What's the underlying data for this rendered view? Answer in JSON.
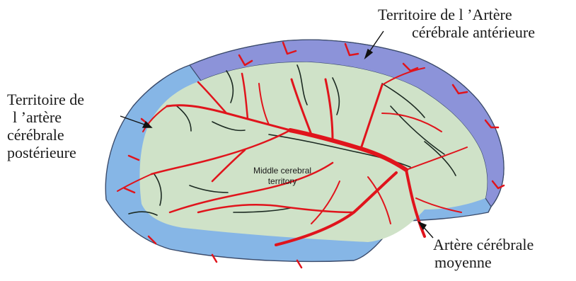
{
  "labels": {
    "aca": {
      "line1": "Territoire de l ’Artère",
      "line2": "cérébrale antérieure"
    },
    "pca": {
      "line1": "Territoire de",
      "line2": "l ’artère",
      "line3": "cérébrale",
      "line4": "postérieure"
    },
    "mca": {
      "line1": "Artère cérébrale",
      "line2": "moyenne"
    },
    "territory": {
      "line1": "Middle cerebral",
      "line2": "territory"
    }
  },
  "colors": {
    "aca_territory": "#8c93d9",
    "pca_territory": "#86b6e6",
    "mca_territory": "#cfe2c8",
    "artery": "#e0141c",
    "sulcus": "#1c2a22",
    "outline": "#3a4a6a"
  }
}
